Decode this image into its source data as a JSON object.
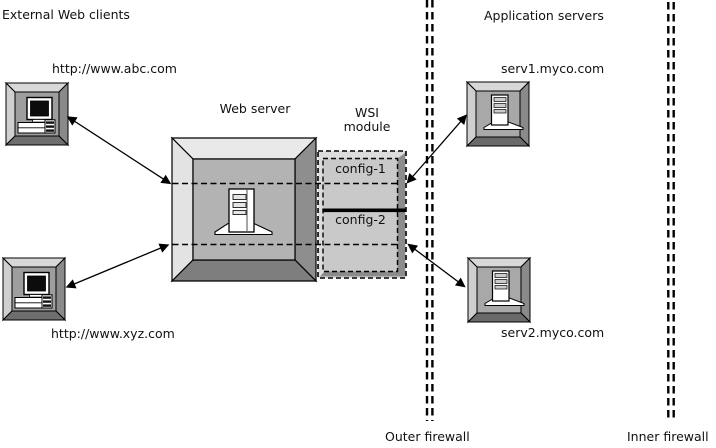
{
  "labels": {
    "external_web_clients": "External Web clients",
    "application_servers": "Application servers",
    "client1_url": "http://www.abc.com",
    "client2_url": "http://www.xyz.com",
    "web_server": "Web server",
    "wsi_line1": "WSI",
    "wsi_line2": "module",
    "config1": "config-1",
    "config2": "config-2",
    "server1_host": "serv1.myco.com",
    "server2_host": "serv2.myco.com",
    "outer_firewall": "Outer firewall",
    "inner_firewall": "Inner firewall"
  },
  "connections": [
    {
      "from": "client http://www.abc.com",
      "to": "Web server",
      "bidirectional": true
    },
    {
      "from": "client http://www.xyz.com",
      "to": "Web server",
      "bidirectional": true
    },
    {
      "from": "WSI module config-1",
      "to": "serv1.myco.com",
      "bidirectional": true,
      "crosses": "Outer firewall"
    },
    {
      "from": "WSI module config-2",
      "to": "serv2.myco.com",
      "bidirectional": true,
      "crosses": "Outer firewall"
    }
  ],
  "colors": {
    "background": "#ffffff",
    "line": "#000000",
    "bevel_light": "#e9e9e9",
    "bevel_dark": "#8e8e8e",
    "web_server_panel": "#b3b3b3",
    "client_icon_panel": "#9e9e9e",
    "server_icon_panel": "#a8a8a8",
    "wsi_outer_fill": "#dcdcdc",
    "wsi_inner_fill": "#c9c9c9"
  }
}
